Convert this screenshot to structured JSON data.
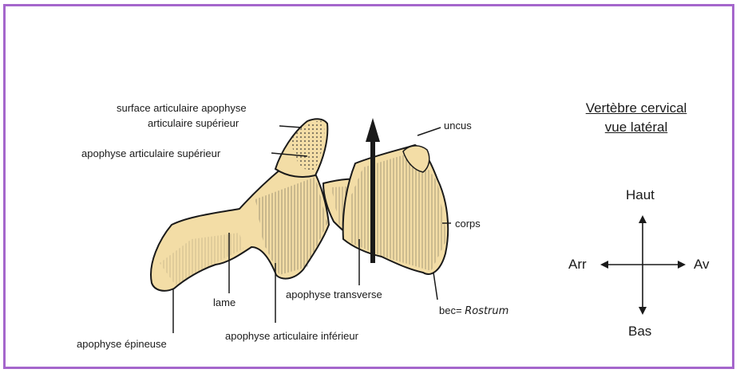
{
  "colors": {
    "frame": "#a566cc",
    "bone": "#f3dda6",
    "ink": "#1a1a1a"
  },
  "labels": {
    "surface_line1": "surface articulaire apophyse",
    "surface_line2": "articulaire supérieur",
    "apo_sup": "apophyse articulaire supérieur",
    "uncus": "uncus",
    "corps": "corps",
    "lame": "lame",
    "apo_transverse": "apophyse transverse",
    "bec_prefix": "bec=",
    "bec_rostrum": "Rostrum",
    "apo_epineuse": "apophyse épineuse",
    "apo_inf": "apophyse articulaire inférieur"
  },
  "title": {
    "line1": "Vertèbre cervical",
    "line2": "vue latéral"
  },
  "orientation": {
    "top": "Haut",
    "bottom": "Bas",
    "left": "Arr",
    "right": "Av"
  }
}
